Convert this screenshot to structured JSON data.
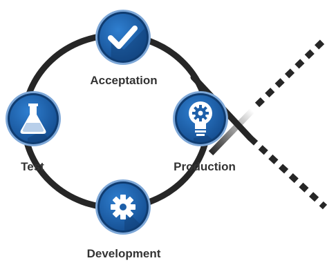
{
  "diagram": {
    "stages": [
      {
        "label": "Acceptation",
        "icon": "checkmark-icon"
      },
      {
        "label": "Production",
        "icon": "lightbulb-gear-icon"
      },
      {
        "label": "Development",
        "icon": "gear-icon"
      },
      {
        "label": "Test",
        "icon": "flask-icon"
      }
    ],
    "colors": {
      "ring": "#262626",
      "node_fill": "#1d5fa8",
      "node_border": "#0f3c71",
      "node_ring": "#7ea8d8",
      "icon": "#ffffff",
      "label": "#333333"
    }
  }
}
